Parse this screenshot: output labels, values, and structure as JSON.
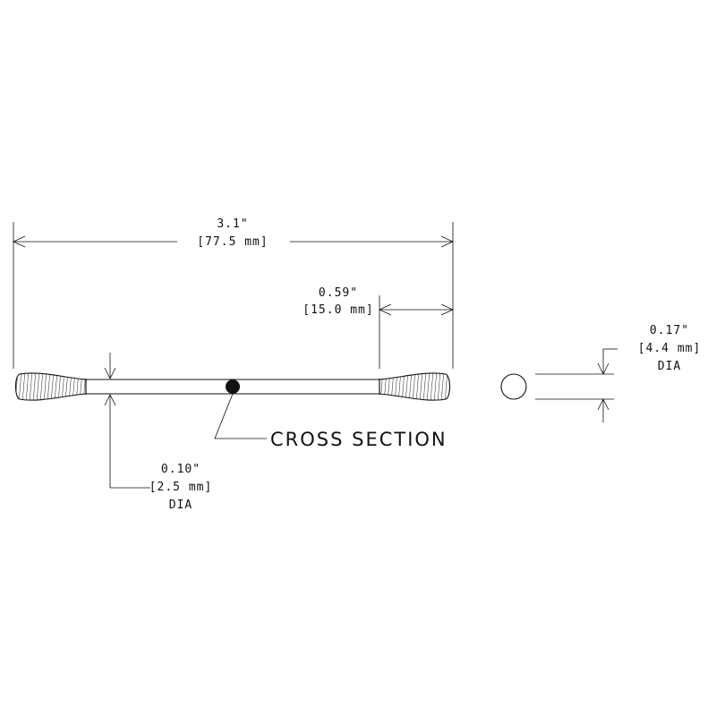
{
  "diagram": {
    "overall_length": {
      "imperial": "3.1\"",
      "metric": "[77.5 mm]"
    },
    "tip_length": {
      "imperial": "0.59\"",
      "metric": "[15.0 mm]"
    },
    "tip_diameter": {
      "imperial": "0.17\"",
      "metric": "[4.4 mm]",
      "suffix": "DIA"
    },
    "handle_diameter": {
      "imperial": "0.10\"",
      "metric": "[2.5 mm]",
      "suffix": "DIA"
    },
    "callout": "CROSS SECTION"
  },
  "colors": {
    "ink": "#111111",
    "background": "#ffffff"
  }
}
